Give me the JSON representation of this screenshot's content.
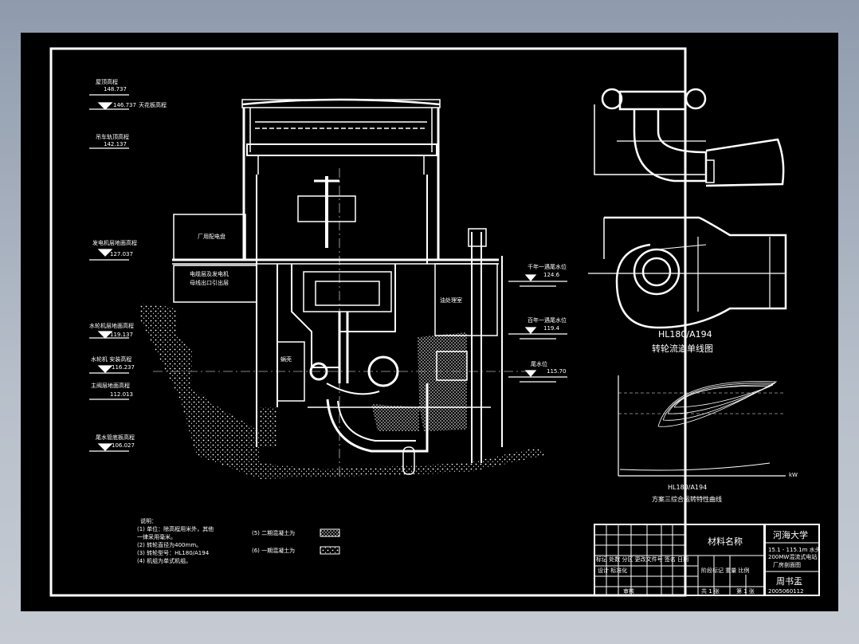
{
  "colors": {
    "ink": "#ffffff",
    "paper": "#000000",
    "frame": "#b7bfca"
  },
  "elevations_left": [
    {
      "name": "屋顶高程",
      "value": "148.737"
    },
    {
      "name": "",
      "value": "146.737",
      "note": "天花板高程"
    },
    {
      "name": "吊车轨顶高程",
      "value": "142.137"
    },
    {
      "name": "发电机层地面高程",
      "value": "127.037"
    },
    {
      "name": "水轮机层地面高程",
      "value": "119.137"
    },
    {
      "name": "水轮机 安装高程",
      "value": "116.237"
    },
    {
      "name": "主阀层地面高程",
      "value": "112.013"
    },
    {
      "name": "尾水管底板高程",
      "value": "106.027"
    }
  ],
  "elevations_right": [
    {
      "name": "千年一遇尾水位",
      "value": "124.6"
    },
    {
      "name": "百年一遇尾水位",
      "value": "119.4"
    },
    {
      "name": "尾水位",
      "value": "115.70"
    }
  ],
  "rooms": {
    "central_control": "厂用配电盘",
    "cable_room": "电缆层及发电机",
    "cable_room_2": "母线出口引出层",
    "oil_room": "油处理室",
    "pit": "蜗壳"
  },
  "runner_diagram": {
    "model": "HL180/A194",
    "caption": "转轮流道单线图"
  },
  "curve_chart": {
    "model": "HL180/A194",
    "caption": "方案三综合运转特性曲线",
    "x_unit": "kW"
  },
  "notes": {
    "heading": "说明：",
    "items": [
      "(1) 单位：除高程用米外，其他",
      "一律采用毫米。",
      "(2) 转轮直径为400mm。",
      "(3) 转轮型号：HL180/A194",
      "(4) 机组为单式机组。"
    ],
    "items_right": [
      "(5) 二期混凝土为",
      "(6) 一期混凝土为"
    ]
  },
  "title_block": {
    "material_label": "材料名称",
    "school": "河海大学",
    "project_line1": "15.1 - 115.1m 水头",
    "project_line2": "200MW混流式电站",
    "project_line3": "厂房剖面图",
    "designer": "周书盂",
    "student_id": "2005060112",
    "sheet_total": "共 1 张",
    "sheet_no": "第 1 张",
    "stage_row": "阶段标记  重量  比例",
    "header_row": "标记  处数  分区  更改文件号  签名  日期",
    "design_row": "设计  标准化",
    "review_row": "审核"
  }
}
